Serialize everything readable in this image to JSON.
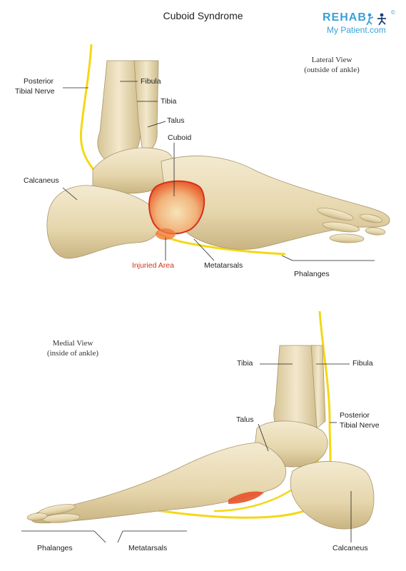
{
  "title": "Cuboid Syndrome",
  "logo": {
    "line1": "REHAB",
    "line2_a": "My Patient",
    "line2_b": ".com",
    "reg": "©"
  },
  "lateral": {
    "view_line1": "Lateral View",
    "view_line2": "(outside of ankle)",
    "labels": {
      "fibula": "Fibula",
      "tibia": "Tibia",
      "talus": "Talus",
      "cuboid": "Cuboid",
      "nerve_1": "Posterior",
      "nerve_2": "Tibial Nerve",
      "calcaneus": "Calcaneus",
      "injured": "Injuried Area",
      "metatarsals": "Metatarsals",
      "phalanges": "Phalanges"
    }
  },
  "medial": {
    "view_line1": "Medial View",
    "view_line2": "(inside of ankle)",
    "labels": {
      "tibia": "Tibia",
      "fibula": "Fibula",
      "talus": "Talus",
      "nerve_1": "Posterior",
      "nerve_2": "Tibial Nerve",
      "phalanges": "Phalanges",
      "metatarsals": "Metatarsals",
      "calcaneus": "Calcaneus"
    }
  },
  "colors": {
    "bone": "#eadcb6",
    "bone_shade": "#cdb98a",
    "nerve": "#f4d816",
    "injury": "#e8522a"
  }
}
